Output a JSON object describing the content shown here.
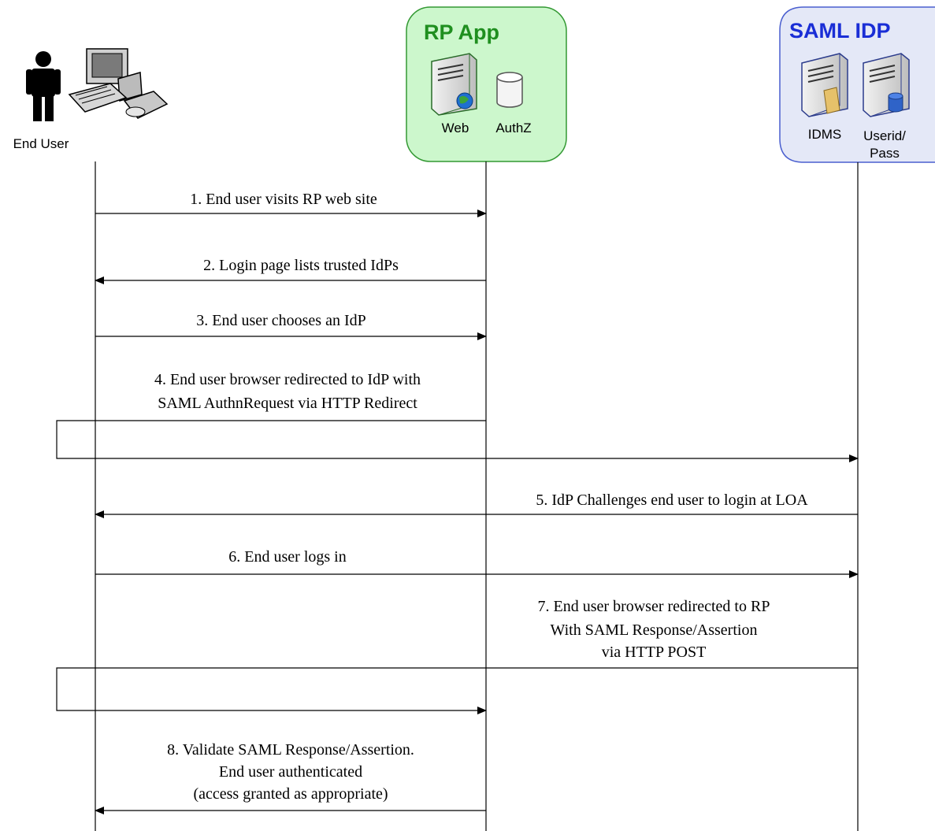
{
  "actors": {
    "end_user": {
      "label": "End User"
    },
    "rp_app": {
      "title": "RP App",
      "components": [
        "Web",
        "AuthZ"
      ],
      "title_color": "#1f8f1f",
      "fill": "#ccf7cc",
      "stroke": "#339933"
    },
    "saml_idp": {
      "title": "SAML IDP",
      "components": [
        "IDMS",
        "Userid/",
        "Pass"
      ],
      "title_color": "#1a2ed6",
      "fill": "#e4e8f7",
      "stroke": "#4a5fcf"
    }
  },
  "messages": [
    {
      "lines": [
        "1. End user visits RP web site"
      ]
    },
    {
      "lines": [
        "2. Login page lists trusted IdPs"
      ]
    },
    {
      "lines": [
        "3. End user chooses an IdP"
      ]
    },
    {
      "lines": [
        "4. End user browser redirected to IdP with",
        "SAML AuthnRequest via HTTP Redirect"
      ]
    },
    {
      "lines": [
        "5. IdP Challenges end user to login at LOA"
      ]
    },
    {
      "lines": [
        "6. End user logs in"
      ]
    },
    {
      "lines": [
        "7. End user browser redirected to RP",
        "With SAML Response/Assertion",
        "via HTTP POST"
      ]
    },
    {
      "lines": [
        "8. Validate SAML Response/Assertion.",
        "End user authenticated",
        "(access granted as appropriate)"
      ]
    }
  ]
}
